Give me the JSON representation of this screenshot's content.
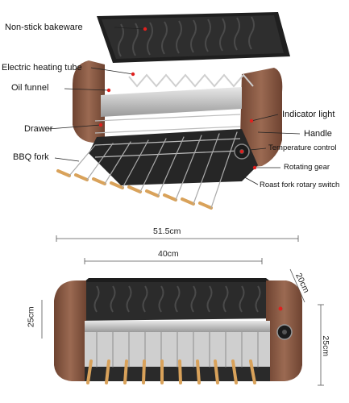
{
  "callouts": {
    "bakeware": "Non-stick bakeware",
    "heating_tube": "Electric heating tube",
    "oil_funnel": "Oil funnel",
    "drawer": "Drawer",
    "bbq_fork": "BBQ fork",
    "indicator_light": "Indicator light",
    "handle": "Handle",
    "temperature_control": "Temperature control",
    "rotating_gear": "Rotating gear",
    "rotary_switch": "Roast fork rotary switch"
  },
  "dimensions": {
    "overall_length": "51.5cm",
    "plate_length": "40cm",
    "depth": "20cm",
    "side_left": "25cm",
    "height_right": "25cm"
  },
  "colors": {
    "wood": "#8a5a44",
    "plate": "#2b2b2b",
    "callout_dot": "#e0201e",
    "steel": "#c9c9c9",
    "fork_handle": "#d9a25a"
  }
}
